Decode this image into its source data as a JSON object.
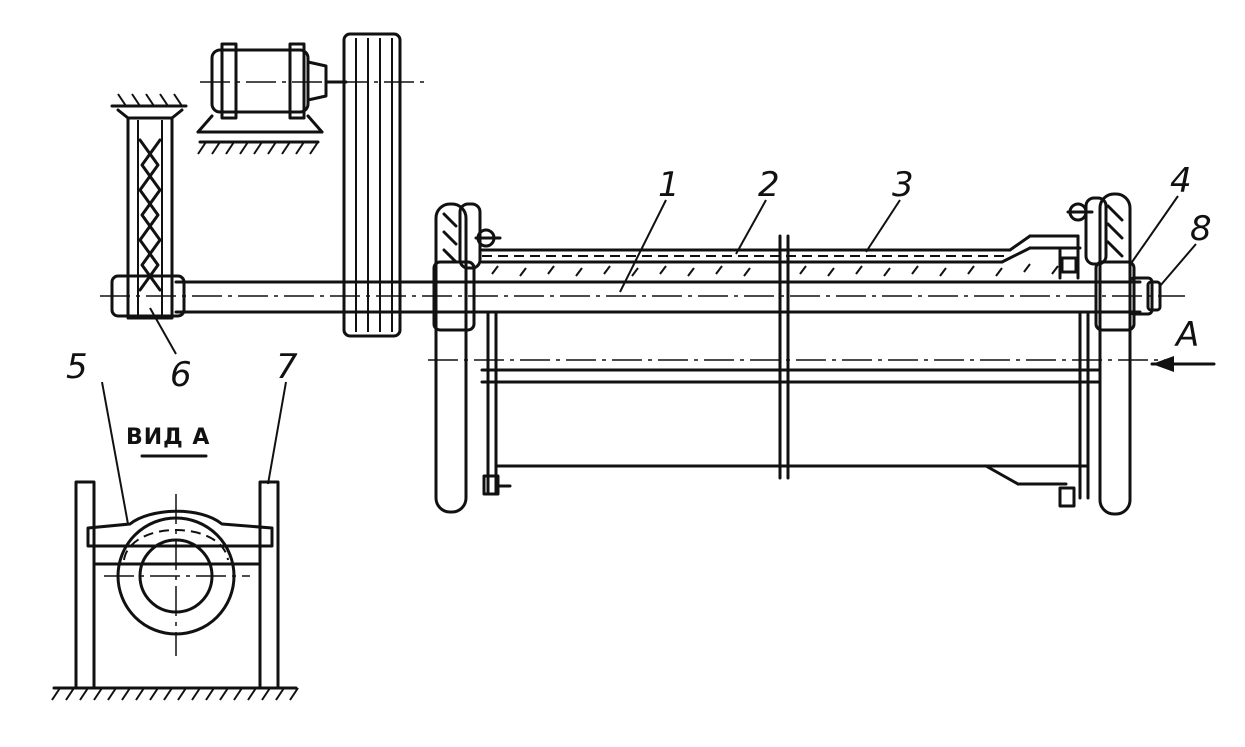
{
  "labels": {
    "l1": "1",
    "l2": "2",
    "l3": "3",
    "l4": "4",
    "l5": "5",
    "l6": "6",
    "l7": "7",
    "l8": "8",
    "arrow_a": "A",
    "view_a": "ВИД А"
  }
}
